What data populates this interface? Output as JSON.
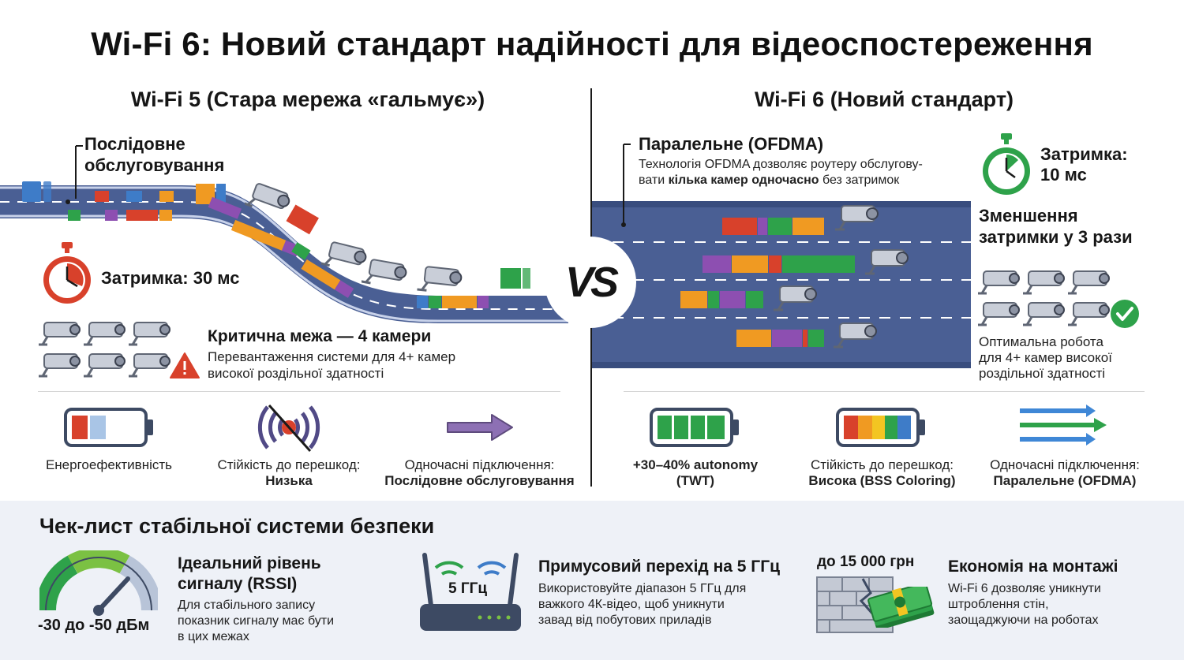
{
  "title": "Wi-Fi 6: Новий стандарт надійності для відеоспостереження",
  "vs_label": "VS",
  "left": {
    "heading": "Wi-Fi 5 (Стара мережа «гальмує»)",
    "sequential_line1": "Послідовне",
    "sequential_line2": "обслуговування",
    "latency": "Затримка: 30 мс",
    "critical_title": "Критична межа — 4 камери",
    "critical_line1": "Перевантаження системи для 4+ камер",
    "critical_line2": "високої роздільної здатності",
    "features": [
      {
        "label": "Енергоефективність",
        "value": ""
      },
      {
        "label": "Стійкість до перешкод:",
        "value": "Низька"
      },
      {
        "label": "Одночасні підключення:",
        "value": "Послідовне обслуговування"
      }
    ]
  },
  "right": {
    "heading": "Wi-Fi 6 (Новий стандарт)",
    "parallel_title": "Паралельне (OFDMA)",
    "parallel_line1": "Технологія OFDMA дозволяє роутеру обслугову-",
    "parallel_line2_pre": "вати ",
    "parallel_line2_bold": "кілька камер одночасно",
    "parallel_line2_post": " без затримок",
    "latency_line1": "Затримка:",
    "latency_line2": "10 мс",
    "reduction_line1": "Зменшення",
    "reduction_line2": "затримки у 3 рази",
    "optimal_line1": "Оптимальна робота",
    "optimal_line2": "для 4+ камер високої",
    "optimal_line3": "роздільної здатності",
    "features": [
      {
        "label": "+30–40% autonomy",
        "value": "(TWT)"
      },
      {
        "label": "Стійкість до перешкод:",
        "value": "Висока (BSS Coloring)"
      },
      {
        "label": "Одночасні підключення:",
        "value": "Паралельне (OFDMA)"
      }
    ]
  },
  "checklist": {
    "title": "Чек-лист стабільної системи безпеки",
    "items": [
      {
        "title_line1": "Ідеальний рівень",
        "title_line2": "сигналу (RSSI)",
        "gauge_label": "-30 до -50 дБм",
        "lines": [
          "Для стабільного запису",
          "показник сигналу має бути",
          "в цих межах"
        ]
      },
      {
        "title_line1": "Примусовий перехід на 5 ГГц",
        "router_label": "5 ГГц",
        "lines": [
          "Використовуйте діапазон 5 ГГц для",
          "важкого 4К-відео, щоб уникнути",
          "завад від побутових приладів"
        ]
      },
      {
        "title_line1": "Економія на монтажі",
        "price_label": "до 15 000 грн",
        "lines": [
          "Wi-Fi 6 дозволяє уникнути",
          "штроблення стін,",
          "заощаджуючи на роботах"
        ]
      }
    ]
  },
  "colors": {
    "road": "#4a5f94",
    "road_dark": "#394d7e",
    "red": "#d8412b",
    "green": "#2ea24a",
    "orange": "#f09a22",
    "purple": "#8d4fb1",
    "blue": "#3e7cc8",
    "arrow_blue": "#3f87d6"
  },
  "icons": [
    "camera-icon",
    "stopwatch-icon",
    "warning-icon",
    "check-icon",
    "battery-icon",
    "interference-icon",
    "arrow-icon",
    "gauge-icon",
    "router-icon",
    "brick-wall-icon",
    "money-icon"
  ]
}
